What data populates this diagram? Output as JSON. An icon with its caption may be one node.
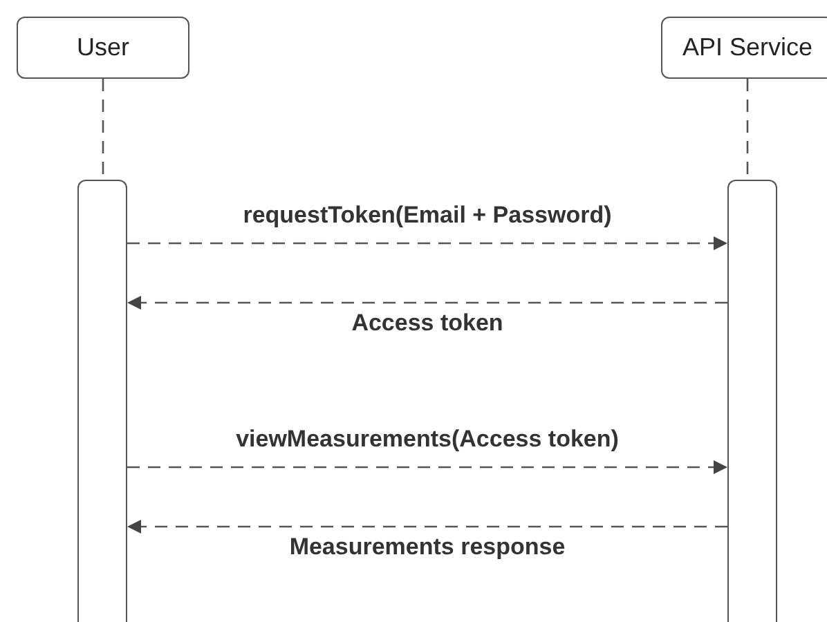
{
  "diagram": {
    "nodes": [
      {
        "text": [
          "User"
        ]
      },
      {
        "text": [
          "API Service"
        ]
      },
      {
        "text": [],
        "shape": "bar"
      },
      {
        "text": [],
        "shape": "bar"
      }
    ],
    "edges": [
      {
        "from": 0,
        "to": 2,
        "arrow": "none",
        "style": "dashed"
      },
      {
        "from": 1,
        "to": 3,
        "arrow": "none",
        "style": "dashed"
      },
      {
        "from": 2,
        "to": 3,
        "arrow": "to",
        "style": "dashed",
        "label": "requestToken(Email + Password)"
      },
      {
        "from": 3,
        "to": 2,
        "arrow": "to",
        "style": "dashed",
        "label": "Access token"
      },
      {
        "from": 2,
        "to": 3,
        "arrow": "to",
        "style": "dashed",
        "label": "viewMeasurements(Access token)"
      },
      {
        "from": 3,
        "to": 2,
        "arrow": "to",
        "style": "dashed",
        "label": "Measurements response"
      }
    ]
  }
}
